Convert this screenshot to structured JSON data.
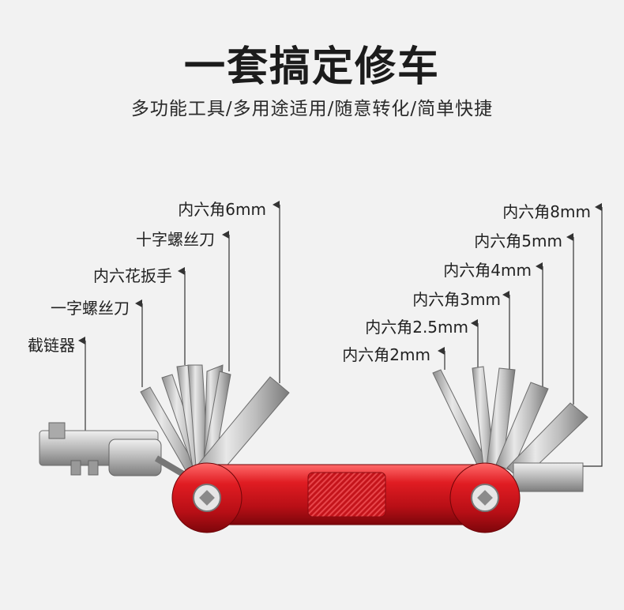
{
  "header": {
    "title": "一套搞定修车",
    "subtitle": "多功能工具/多用途适用/随意转化/简单快捷"
  },
  "left_labels": [
    {
      "name": "label-hex-6mm",
      "text": "内六角6mm"
    },
    {
      "name": "label-phillips-screwdriver",
      "text": "十字螺丝刀"
    },
    {
      "name": "label-torx-wrench",
      "text": "内六花扳手"
    },
    {
      "name": "label-flat-screwdriver",
      "text": "一字螺丝刀"
    },
    {
      "name": "label-chain-breaker",
      "text": "截链器"
    }
  ],
  "right_labels": [
    {
      "name": "label-hex-8mm",
      "text": "内六角8mm"
    },
    {
      "name": "label-hex-5mm",
      "text": "内六角5mm"
    },
    {
      "name": "label-hex-4mm",
      "text": "内六角4mm"
    },
    {
      "name": "label-hex-3mm",
      "text": "内六角3mm"
    },
    {
      "name": "label-hex-2-5mm",
      "text": "内六角2.5mm"
    },
    {
      "name": "label-hex-2mm",
      "text": "内六角2mm"
    }
  ],
  "colors": {
    "body": "#d8141c",
    "metal": "#c9c9c9",
    "background": "#f2f2f2"
  }
}
